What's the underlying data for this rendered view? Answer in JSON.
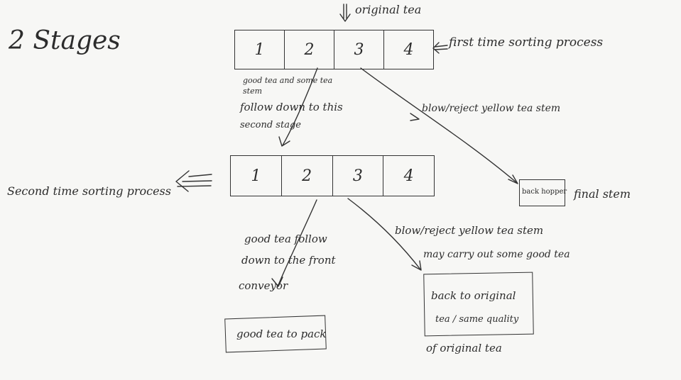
{
  "title": "2 Stages",
  "input_label": "original tea",
  "stage1": {
    "cells": [
      "1",
      "2",
      "3",
      "4"
    ],
    "label": "first time sorting process",
    "good_note_line1": "good tea and some tea",
    "good_note_line2": "stem",
    "follow_line1": "follow down to this",
    "follow_line2": "second stage",
    "reject_label": "blow/reject yellow tea stem",
    "reject_box": "back hopper",
    "reject_result": "final stem"
  },
  "stage2": {
    "cells": [
      "1",
      "2",
      "3",
      "4"
    ],
    "label": "Second time sorting process",
    "good_line1": "good tea follow",
    "good_line2": "down to the front",
    "good_line3": "conveyor",
    "good_box": "good tea to pack",
    "reject_line1": "blow/reject yellow tea stem",
    "reject_line2": "may carry out some good tea",
    "reject_box_line1": "back to original",
    "reject_box_line2": "tea / same quality",
    "reject_box_after": "of original tea"
  }
}
